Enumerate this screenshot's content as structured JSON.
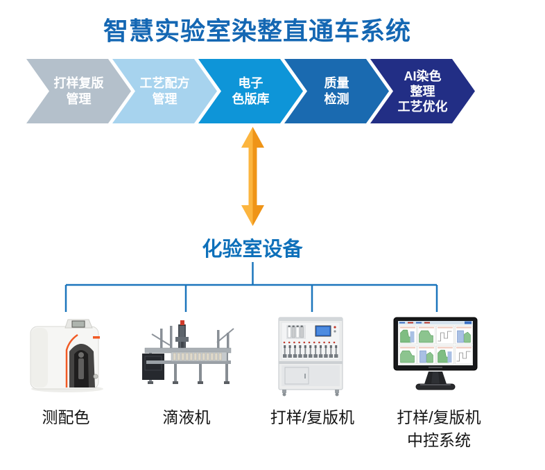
{
  "title": {
    "text": "智慧实验室染整直通车系统",
    "color": "#1467b3"
  },
  "flow": {
    "steps": [
      {
        "lines": [
          "打样复版",
          "管理"
        ],
        "color": "#b4c0cb"
      },
      {
        "lines": [
          "工艺配方",
          "管理"
        ],
        "color": "#a7d3ee"
      },
      {
        "lines": [
          "电子",
          "色版库"
        ],
        "color": "#0e95d8"
      },
      {
        "lines": [
          "质量",
          "检测"
        ],
        "color": "#1a6ab0"
      },
      {
        "lines": [
          "AI染色",
          "整理",
          "工艺优化"
        ],
        "color": "#222e85"
      }
    ]
  },
  "connector": {
    "arrow_left": "#fcb53f",
    "arrow_right": "#ef9417",
    "line_color": "#1b75bc"
  },
  "section": {
    "heading": "化验室设备",
    "color": "#0e70ba"
  },
  "equipment": [
    {
      "label": "测配色",
      "image": "spectrophotometer"
    },
    {
      "label": "滴液机",
      "image": "liquid-dispensing-machine"
    },
    {
      "label": "打样/复版机",
      "image": "sampling-machine"
    },
    {
      "label": "打样/复版机",
      "label_line2": "中控系统",
      "image": "central-control-monitor"
    }
  ]
}
